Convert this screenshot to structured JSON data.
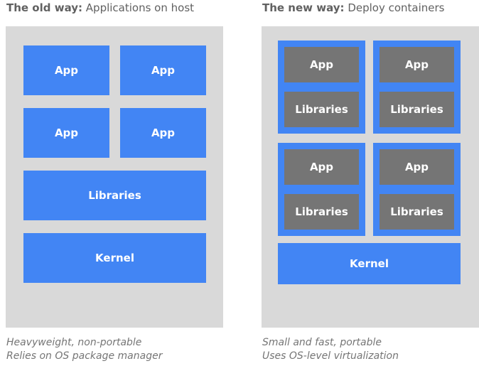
{
  "old_way": {
    "title_bold": "The old way:",
    "title_rest": " Applications on host",
    "apps": [
      "App",
      "App",
      "App",
      "App"
    ],
    "libraries": "Libraries",
    "kernel": "Kernel",
    "caption_line1": "Heavyweight, non-portable",
    "caption_line2": "Relies on OS package manager"
  },
  "new_way": {
    "title_bold": "The new way:",
    "title_rest": " Deploy containers",
    "containers": [
      {
        "app": "App",
        "libraries": "Libraries"
      },
      {
        "app": "App",
        "libraries": "Libraries"
      },
      {
        "app": "App",
        "libraries": "Libraries"
      },
      {
        "app": "App",
        "libraries": "Libraries"
      }
    ],
    "kernel": "Kernel",
    "caption_line1": "Small and fast, portable",
    "caption_line2": "Uses OS-level virtualization"
  },
  "colors": {
    "panel": "#d9d9d9",
    "blue": "#4285f4",
    "gray": "#757575",
    "text_heading": "#616161",
    "text_caption": "#757575"
  }
}
